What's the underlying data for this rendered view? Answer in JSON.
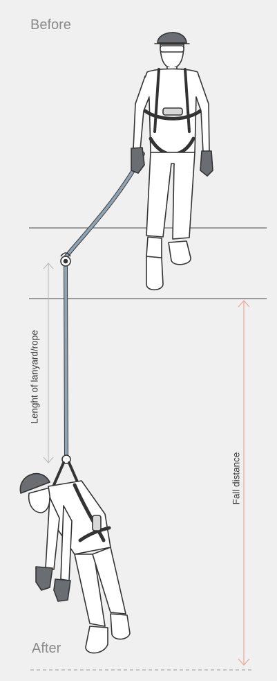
{
  "labels": {
    "before": "Before",
    "after": "After",
    "lanyard_length": "Lenght of lanyard/rope",
    "fall_distance": "Fall distance"
  },
  "colors": {
    "background": "#f0f0f0",
    "line": "#3a3a3a",
    "rope": "#8fa3b4",
    "fall_arrow": "#e9a697",
    "lanyard_arrow": "#b5b5b5",
    "label_grey": "#8a8a8a"
  }
}
